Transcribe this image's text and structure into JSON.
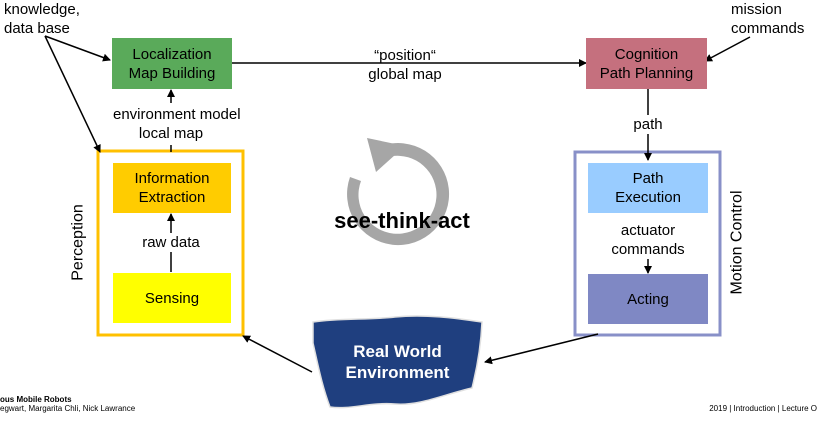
{
  "labels": {
    "knowledge_line1": "knowledge,",
    "knowledge_line2": "data base",
    "mission_line1": "mission",
    "mission_line2": "commands",
    "position_line1": "“position“",
    "position_line2": "global map",
    "env_model_line1": "environment model",
    "env_model_line2": "local map",
    "path": "path",
    "raw_data": "raw data",
    "actuator_line1": "actuator",
    "actuator_line2": "commands",
    "see_think_act": "see-think-act",
    "perception": "Perception",
    "motion_control": "Motion Control"
  },
  "boxes": {
    "localization_line1": "Localization",
    "localization_line2": "Map Building",
    "cognition_line1": "Cognition",
    "cognition_line2": "Path Planning",
    "info_line1": "Information",
    "info_line2": "Extraction",
    "sensing": "Sensing",
    "path_exec_line1": "Path",
    "path_exec_line2": "Execution",
    "acting": "Acting",
    "real_world_line1": "Real World",
    "real_world_line2": "Environment"
  },
  "footer": {
    "left_line1": "ous Mobile Robots",
    "left_line2": "egwart, Margarita Chli, Nick Lawrance",
    "right": "2019 | Introduction | Lecture O"
  },
  "colors": {
    "localization": "#5aaa5a",
    "cognition": "#c5707e",
    "information_extraction": "#ffcc00",
    "sensing": "#ffff00",
    "perception_frame": "#ffc000",
    "path_execution": "#99ccff",
    "acting": "#7f88c4",
    "motion_frame": "#8890c8",
    "real_world": "#1f3f7f",
    "cycle_arrow": "#a6a6a6"
  }
}
